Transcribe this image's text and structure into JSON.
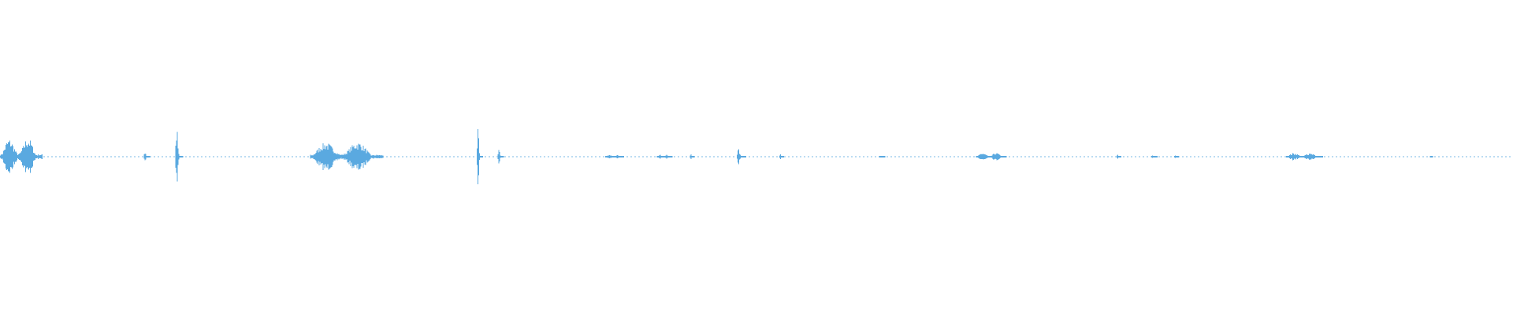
{
  "waveform": {
    "color": "#5aa9e0",
    "background": "#ffffff",
    "baseline_dashed": true,
    "events": [
      {
        "t": 0.0,
        "w": 0.028,
        "amp": 0.19,
        "shape": "burst"
      },
      {
        "t": 0.095,
        "w": 0.004,
        "amp": 0.04,
        "shape": "spike"
      },
      {
        "t": 0.116,
        "w": 0.005,
        "amp": 0.19,
        "shape": "spike"
      },
      {
        "t": 0.205,
        "w": 0.048,
        "amp": 0.15,
        "shape": "burst"
      },
      {
        "t": 0.315,
        "w": 0.004,
        "amp": 0.18,
        "shape": "spike"
      },
      {
        "t": 0.329,
        "w": 0.004,
        "amp": 0.06,
        "shape": "spike"
      },
      {
        "t": 0.4,
        "w": 0.012,
        "amp": 0.02,
        "shape": "burst"
      },
      {
        "t": 0.434,
        "w": 0.01,
        "amp": 0.02,
        "shape": "burst"
      },
      {
        "t": 0.456,
        "w": 0.003,
        "amp": 0.02,
        "shape": "spike"
      },
      {
        "t": 0.487,
        "w": 0.006,
        "amp": 0.05,
        "shape": "spike"
      },
      {
        "t": 0.515,
        "w": 0.003,
        "amp": 0.02,
        "shape": "spike"
      },
      {
        "t": 0.581,
        "w": 0.004,
        "amp": 0.01,
        "shape": "spike"
      },
      {
        "t": 0.645,
        "w": 0.02,
        "amp": 0.04,
        "shape": "burst"
      },
      {
        "t": 0.738,
        "w": 0.003,
        "amp": 0.02,
        "shape": "spike"
      },
      {
        "t": 0.761,
        "w": 0.004,
        "amp": 0.01,
        "shape": "spike"
      },
      {
        "t": 0.776,
        "w": 0.003,
        "amp": 0.01,
        "shape": "spike"
      },
      {
        "t": 0.85,
        "w": 0.024,
        "amp": 0.04,
        "shape": "burst"
      },
      {
        "t": 0.945,
        "w": 0.002,
        "amp": 0.004,
        "shape": "spike"
      }
    ]
  }
}
